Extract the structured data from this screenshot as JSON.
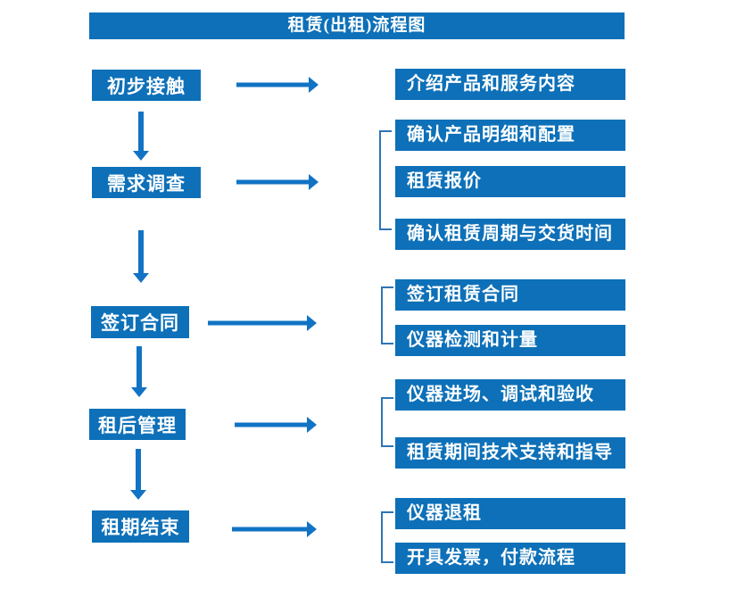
{
  "title": "租赁(出租)流程图",
  "colors": {
    "box_blue": "#0d70b8",
    "arrow_blue": "#1173c4",
    "bracket_blue": "#2e74b5",
    "text_white": "#ffffff",
    "background": "#ffffff"
  },
  "stages": [
    {
      "label": "初步接触",
      "details": [
        "介绍产品和服务内容"
      ]
    },
    {
      "label": "需求调查",
      "details": [
        "确认产品明细和配置",
        "租赁报价",
        "确认租赁周期与交货时间"
      ]
    },
    {
      "label": "签订合同",
      "details": [
        "签订租赁合同",
        "仪器检测和计量"
      ]
    },
    {
      "label": "租后管理",
      "details": [
        "仪器进场、调试和验收",
        "租赁期间技术支持和指导"
      ]
    },
    {
      "label": "租期结束",
      "details": [
        "仪器退租",
        "开具发票，付款流程"
      ]
    }
  ]
}
